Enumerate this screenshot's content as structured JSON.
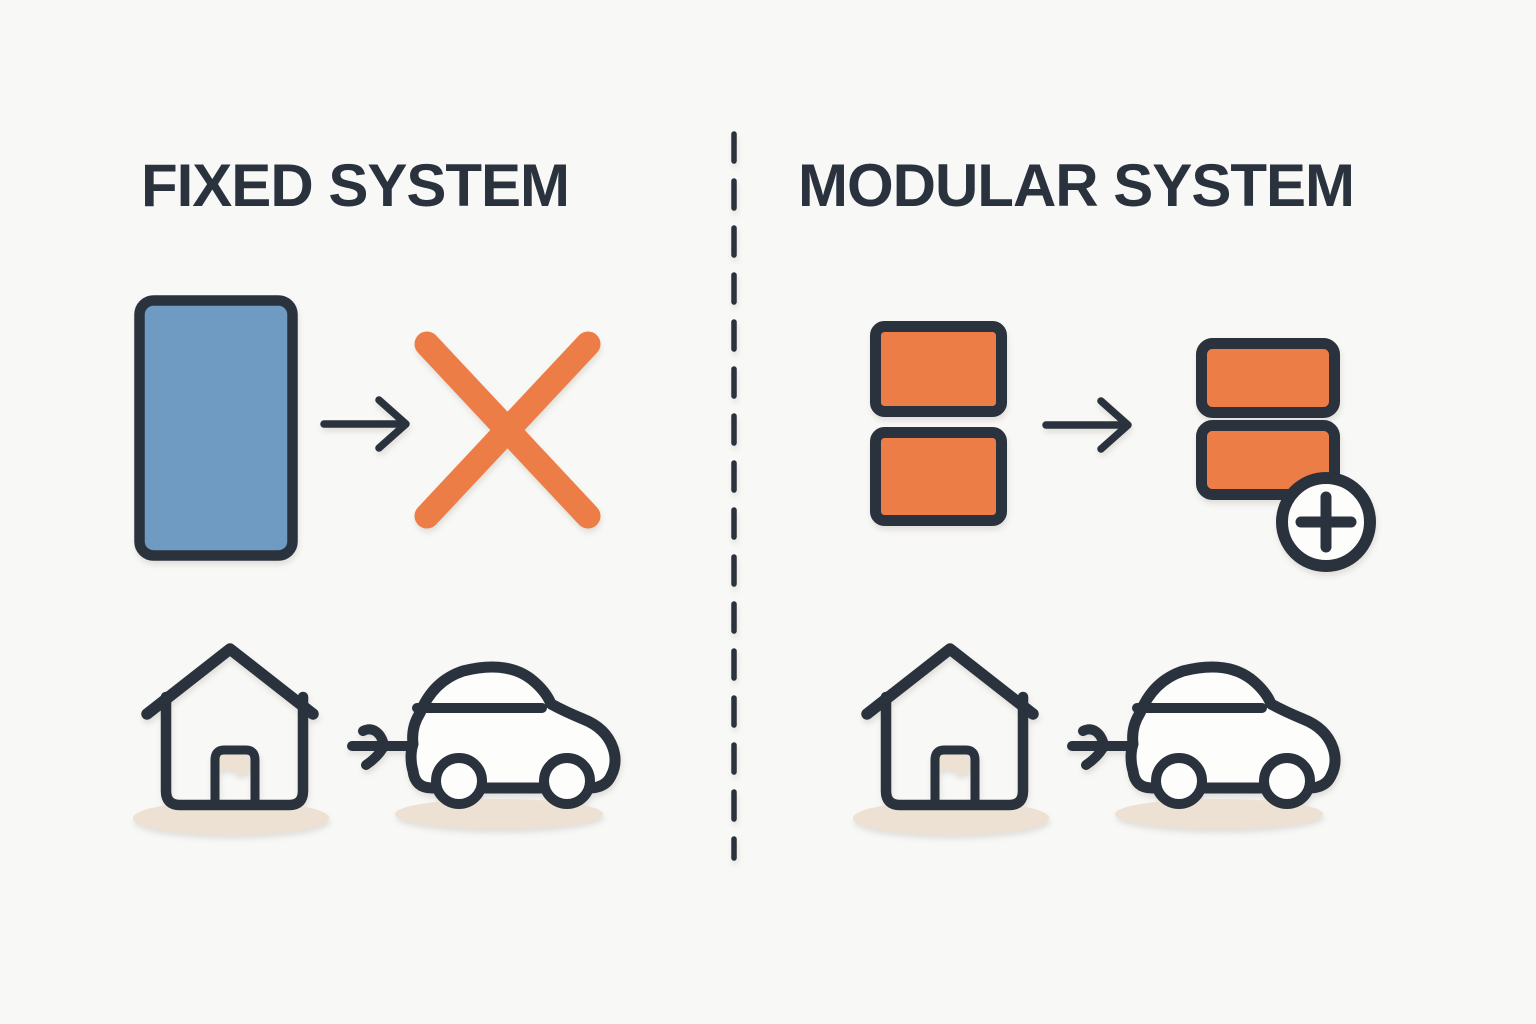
{
  "panels": {
    "fixed": {
      "title": "FIXED SYSTEM",
      "sequence": [
        "fixed-block",
        "arrow-right",
        "x-mark"
      ],
      "examples": [
        "house",
        "car"
      ]
    },
    "modular": {
      "title": "MODULAR SYSTEM",
      "sequence": [
        "module-stack",
        "arrow-right",
        "module-stack-plus"
      ],
      "examples": [
        "house",
        "car"
      ]
    }
  },
  "icons": {
    "arrow_right": "→",
    "x_mark": "✕",
    "plus": "+",
    "fixed_block": "blue-rounded-rectangle",
    "module_stack": "two-stacked-orange-rectangles",
    "module_stack_plus": "two-stacked-orange-rectangles-with-plus-badge",
    "house": "house-outline",
    "car": "car-outline-with-plug",
    "divider": "vertical-dashed-line"
  },
  "colors": {
    "background": "#f8f8f6",
    "ink": "#2a323d",
    "blue": "#6f9ac2",
    "orange": "#ed7d46",
    "shadow": "#ece1d2",
    "surface": "#fdfdfc"
  }
}
